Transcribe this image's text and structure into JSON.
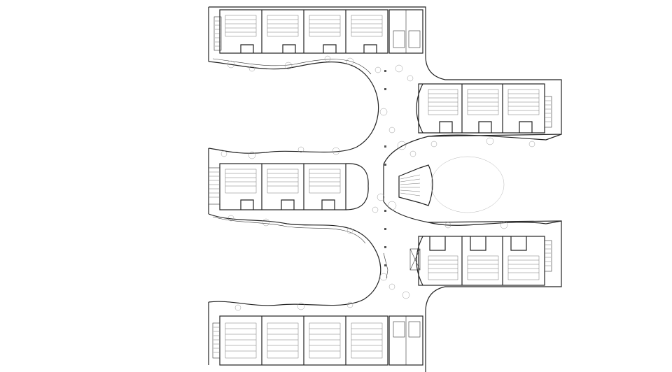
{
  "drawing": {
    "type": "architectural-floor-plan",
    "style": "line-drawing",
    "colors": {
      "background": "#ffffff",
      "line": "#222222",
      "landscape": "#9a9a9a"
    }
  },
  "wings": [
    {
      "id": "north-wing",
      "classrooms": 4,
      "has_stair": true,
      "has_toilet_core": true
    },
    {
      "id": "east-upper-wing",
      "classrooms": 3,
      "has_stair": true,
      "has_rounded_end": true
    },
    {
      "id": "central-west-wing",
      "classrooms": 3,
      "has_stair": true,
      "has_rounded_end": true
    },
    {
      "id": "east-lower-wing",
      "classrooms": 3,
      "has_stair": true,
      "has_rounded_end": true,
      "has_elevator": true
    },
    {
      "id": "south-wing",
      "classrooms": 4,
      "has_stair": true,
      "has_toilet_core": true
    }
  ],
  "features": [
    "central-staircase",
    "oval-courtyard-with-grid-paving",
    "curved-covered-walkway",
    "landscape-trees"
  ]
}
